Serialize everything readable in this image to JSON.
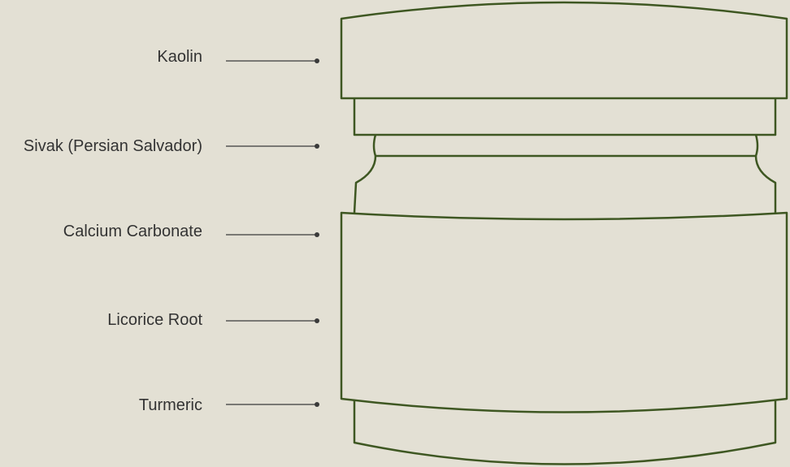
{
  "labels": [
    "Kaolin",
    "Sivak (Persian Salvador)",
    "Calcium Carbonate",
    "Licorice Root",
    "Turmeric"
  ],
  "colors": {
    "background": "#e3e0d4",
    "outline": "#3e5722",
    "leader": "#3a3a3a",
    "text": "#333333"
  }
}
